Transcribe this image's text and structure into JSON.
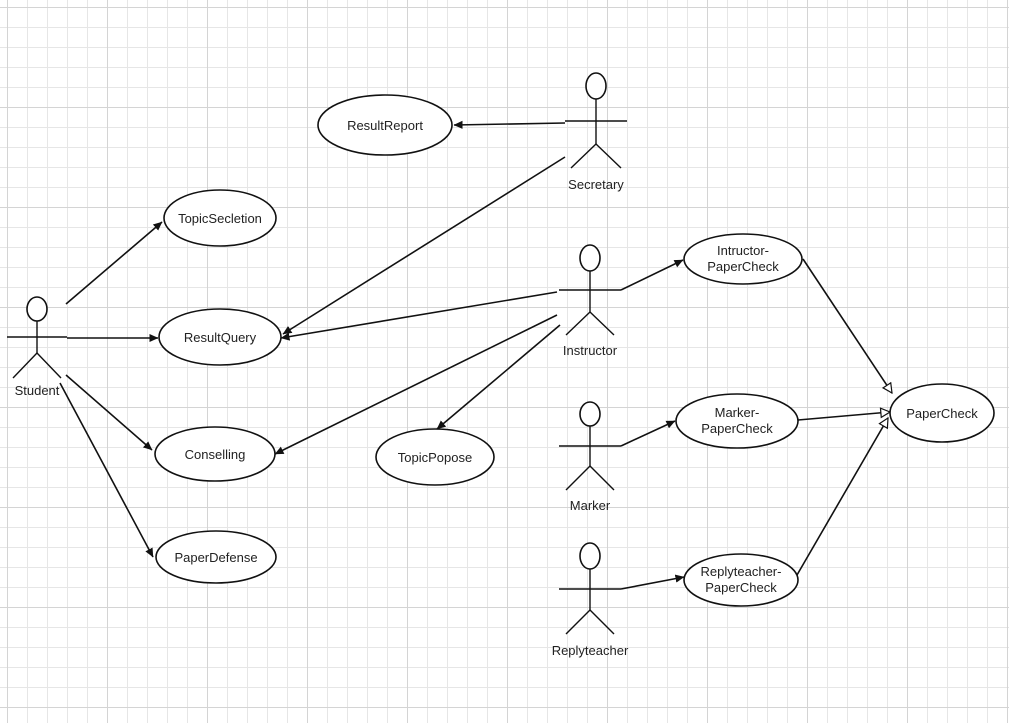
{
  "diagram": {
    "type": "use-case",
    "colors": {
      "line": "#111111",
      "fill": "#ffffff",
      "grid": "#e6e6e6"
    },
    "actors": [
      {
        "id": "student",
        "label": "Student"
      },
      {
        "id": "secretary",
        "label": "Secretary"
      },
      {
        "id": "instructor",
        "label": "Instructor"
      },
      {
        "id": "marker",
        "label": "Marker"
      },
      {
        "id": "replyteacher",
        "label": "Replyteacher"
      }
    ],
    "use_cases": [
      {
        "id": "result-report",
        "lines": [
          "ResultReport"
        ]
      },
      {
        "id": "topic-secletion",
        "lines": [
          "TopicSecletion"
        ]
      },
      {
        "id": "result-query",
        "lines": [
          "ResultQuery"
        ]
      },
      {
        "id": "conselling",
        "lines": [
          "Conselling"
        ]
      },
      {
        "id": "paper-defense",
        "lines": [
          "PaperDefense"
        ]
      },
      {
        "id": "topic-popose",
        "lines": [
          "TopicPopose"
        ]
      },
      {
        "id": "intructor-papercheck",
        "lines": [
          "Intructor-",
          "PaperCheck"
        ]
      },
      {
        "id": "marker-papercheck",
        "lines": [
          "Marker-",
          "PaperCheck"
        ]
      },
      {
        "id": "replyteacher-papercheck",
        "lines": [
          "Replyteacher-",
          "PaperCheck"
        ]
      },
      {
        "id": "papercheck",
        "lines": [
          "PaperCheck"
        ]
      }
    ],
    "associations": [
      {
        "from": "secretary",
        "to": "result-report"
      },
      {
        "from": "secretary",
        "to": "result-query"
      },
      {
        "from": "student",
        "to": "topic-secletion"
      },
      {
        "from": "student",
        "to": "result-query"
      },
      {
        "from": "student",
        "to": "conselling"
      },
      {
        "from": "student",
        "to": "paper-defense"
      },
      {
        "from": "instructor",
        "to": "result-query"
      },
      {
        "from": "instructor",
        "to": "conselling"
      },
      {
        "from": "instructor",
        "to": "topic-popose"
      },
      {
        "from": "instructor",
        "to": "intructor-papercheck"
      },
      {
        "from": "marker",
        "to": "marker-papercheck"
      },
      {
        "from": "replyteacher",
        "to": "replyteacher-papercheck"
      }
    ],
    "generalizations": [
      {
        "from": "intructor-papercheck",
        "to": "papercheck"
      },
      {
        "from": "marker-papercheck",
        "to": "papercheck"
      },
      {
        "from": "replyteacher-papercheck",
        "to": "papercheck"
      }
    ]
  }
}
